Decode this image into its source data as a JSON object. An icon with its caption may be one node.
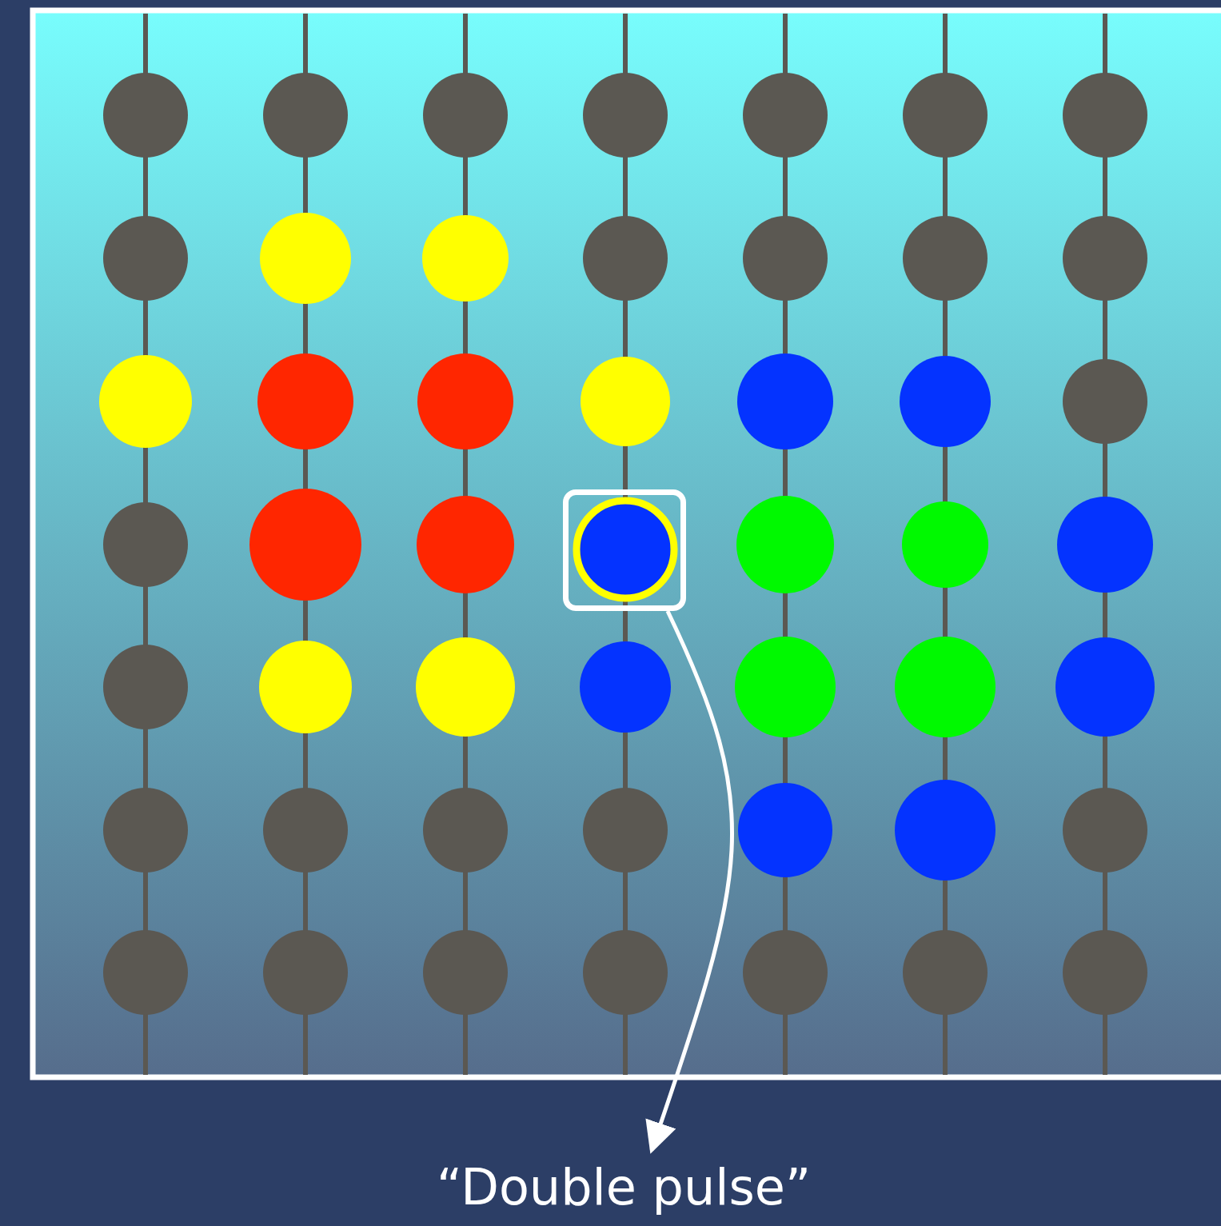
{
  "diagram": {
    "nodes": [
      {
        "text": [],
        "shape": "box"
      },
      {
        "text": [
          "“Double pulse”"
        ]
      }
    ],
    "edges": [
      {
        "from": 0,
        "to": 1,
        "arrow": "to"
      }
    ]
  }
}
